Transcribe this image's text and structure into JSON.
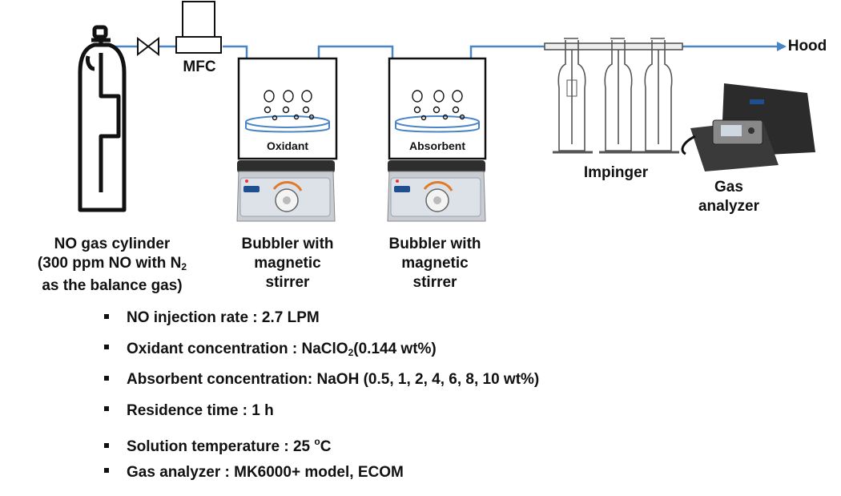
{
  "labels": {
    "mfc": "MFC",
    "hood": "Hood",
    "impinger": "Impinger",
    "gas_analyzer_l1": "Gas",
    "gas_analyzer_l2": "analyzer",
    "oxidant_box": "Oxidant",
    "absorbent_box": "Absorbent",
    "cylinder_l1": "NO gas cylinder",
    "cylinder_l2_a": "(300 ppm NO with N",
    "cylinder_l2_sub": "2",
    "cylinder_l3": "as the balance gas)",
    "bubbler1_l1": "Bubbler with",
    "bubbler1_l2": "magnetic",
    "bubbler1_l3": "stirrer",
    "bubbler2_l1": "Bubbler with",
    "bubbler2_l2": "magnetic",
    "bubbler2_l3": "stirrer"
  },
  "conditions": {
    "c1": "NO injection rate : 2.7 LPM",
    "c2_a": "Oxidant concentration : NaClO",
    "c2_sub": "2",
    "c2_b": "(0.144 wt%)",
    "c3": "Absorbent concentration: NaOH (0.5, 1, 2, 4, 6, 8, 10 wt%)",
    "c4": "Residence time : 1 h",
    "c5_a": "Solution temperature : 25 ",
    "c5_sup": "o",
    "c5_b": "C",
    "c6": "Gas analyzer : MK6000+ model, ECOM"
  },
  "colors": {
    "line": "#4a86c5",
    "ink": "#111111",
    "stirrer_body": "#c9ccd3",
    "stirrer_panel": "#dde2e8",
    "analyzer_case": "#2b2b2b"
  }
}
